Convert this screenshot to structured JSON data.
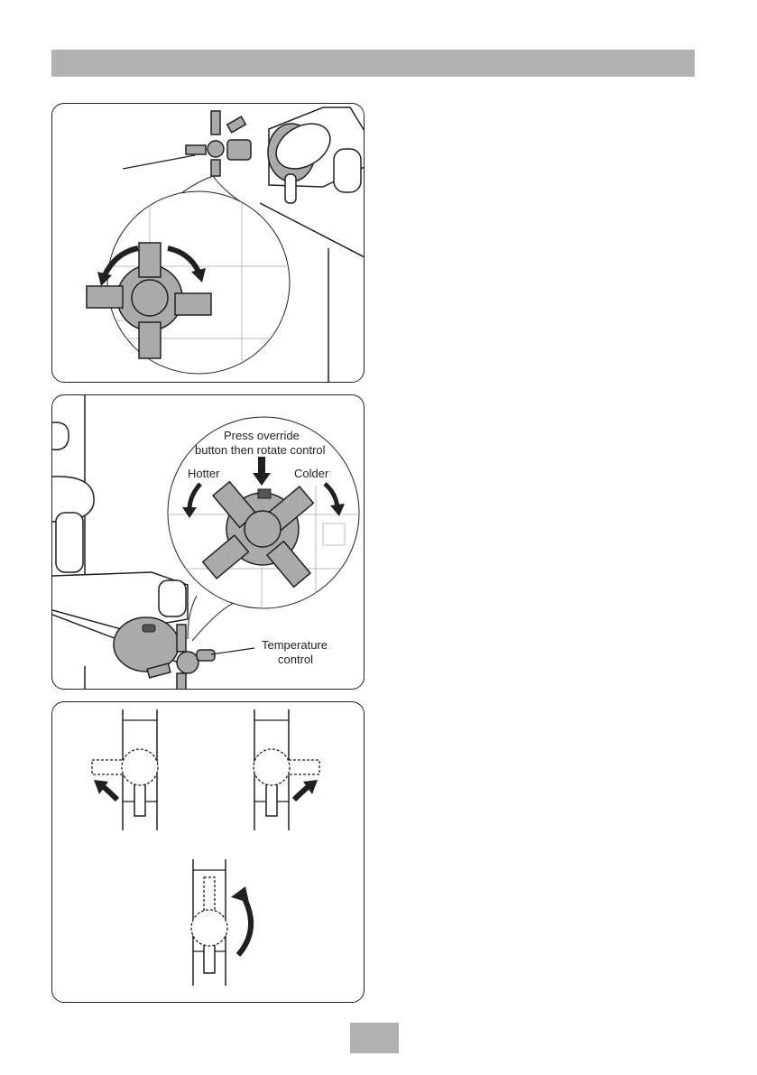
{
  "header": {
    "bar_color": "#b1b1b1"
  },
  "figure1": {
    "icon": "rotate-both-ways-icon"
  },
  "figure2": {
    "override_label_line1": "Press override",
    "override_label_line2": "button then rotate control",
    "hotter_label": "Hotter",
    "colder_label": "Colder",
    "temperature_label_line1": "Temperature",
    "temperature_label_line2": "control"
  },
  "figure3": {
    "icon": "lever-rotation-icon"
  },
  "footer": {
    "page_box_color": "#b1b1b1"
  }
}
